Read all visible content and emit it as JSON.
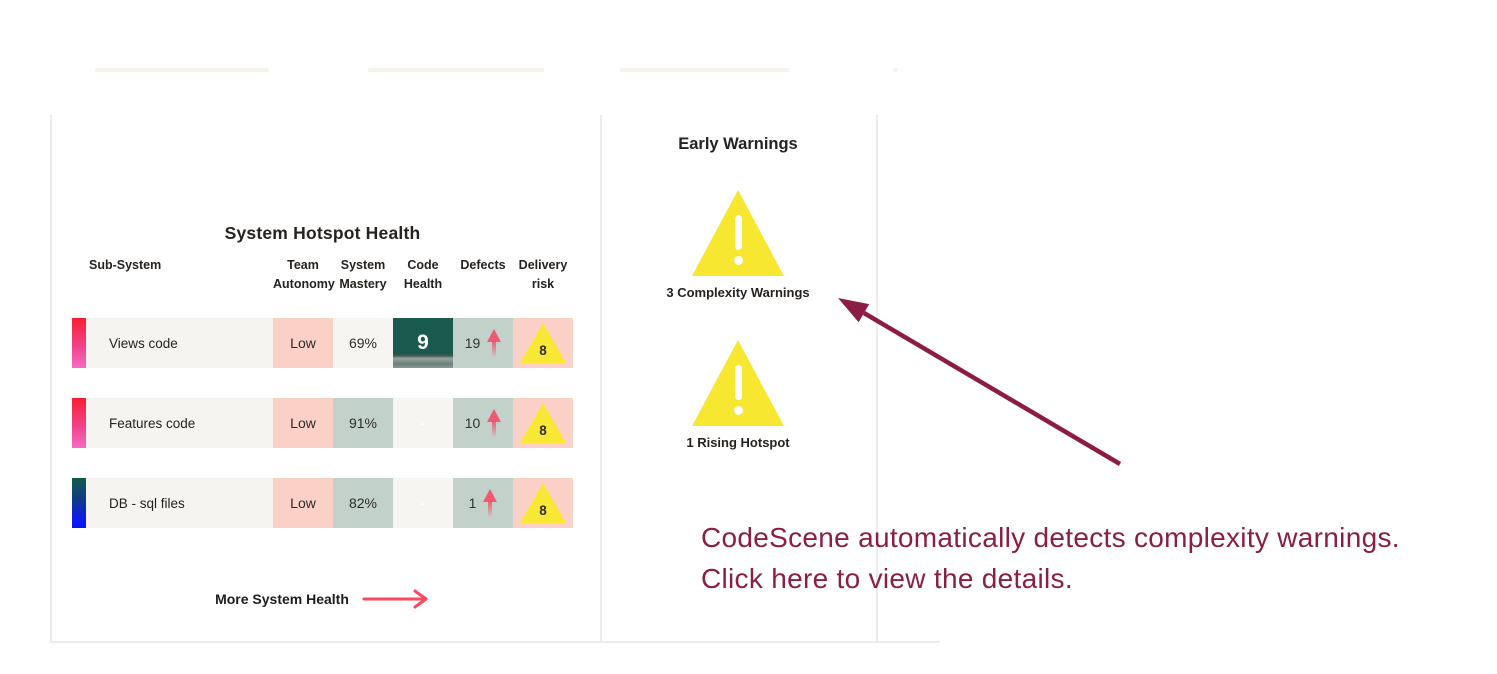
{
  "hotspot_card": {
    "title": "System Hotspot Health",
    "columns": [
      "Sub-System",
      "Team Autonomy",
      "System Mastery",
      "Code Health",
      "Defects",
      "Delivery risk"
    ],
    "rows": [
      {
        "name": "Views code",
        "team_autonomy": "Low",
        "system_mastery": "69%",
        "code_health": "9",
        "defects": "19",
        "delivery_risk": "8"
      },
      {
        "name": "Features code",
        "team_autonomy": "Low",
        "system_mastery": "91%",
        "code_health": "-",
        "defects": "10",
        "delivery_risk": "8"
      },
      {
        "name": "DB - sql files",
        "team_autonomy": "Low",
        "system_mastery": "82%",
        "code_health": "-",
        "defects": "1",
        "delivery_risk": "8"
      }
    ],
    "more_label": "More System Health"
  },
  "early_warnings": {
    "title": "Early Warnings",
    "items": [
      {
        "label": "3 Complexity Warnings"
      },
      {
        "label": "1 Rising Hotspot"
      }
    ]
  },
  "annotation": {
    "line1": "CodeScene automatically detects complexity warnings.",
    "line2": "Click here to view the details."
  },
  "icons": {
    "trend_up": "▲",
    "warning_triangle": "⚠",
    "arrow_right": "→",
    "annotation_arrow": "↖"
  },
  "colors": {
    "salmon_cell": "#fbd0c7",
    "sage_cell": "#c2d2cb",
    "light_cell": "#f6f5f2",
    "row_name_bg": "#f5f4f1",
    "code_health_teal": "#1a5a4e",
    "warning_yellow": "#f7e731",
    "trend_arrow_pink": "#f0596f",
    "link_arrow_pink": "#fb4760",
    "annotation_maroon": "#8a1e45",
    "bar_red_top": "#f71e31",
    "bar_pink_bottom": "#f46cc0",
    "bar_teal_top": "#14594d",
    "bar_blue_bottom": "#0a12f5",
    "card_border": "#efece7"
  }
}
